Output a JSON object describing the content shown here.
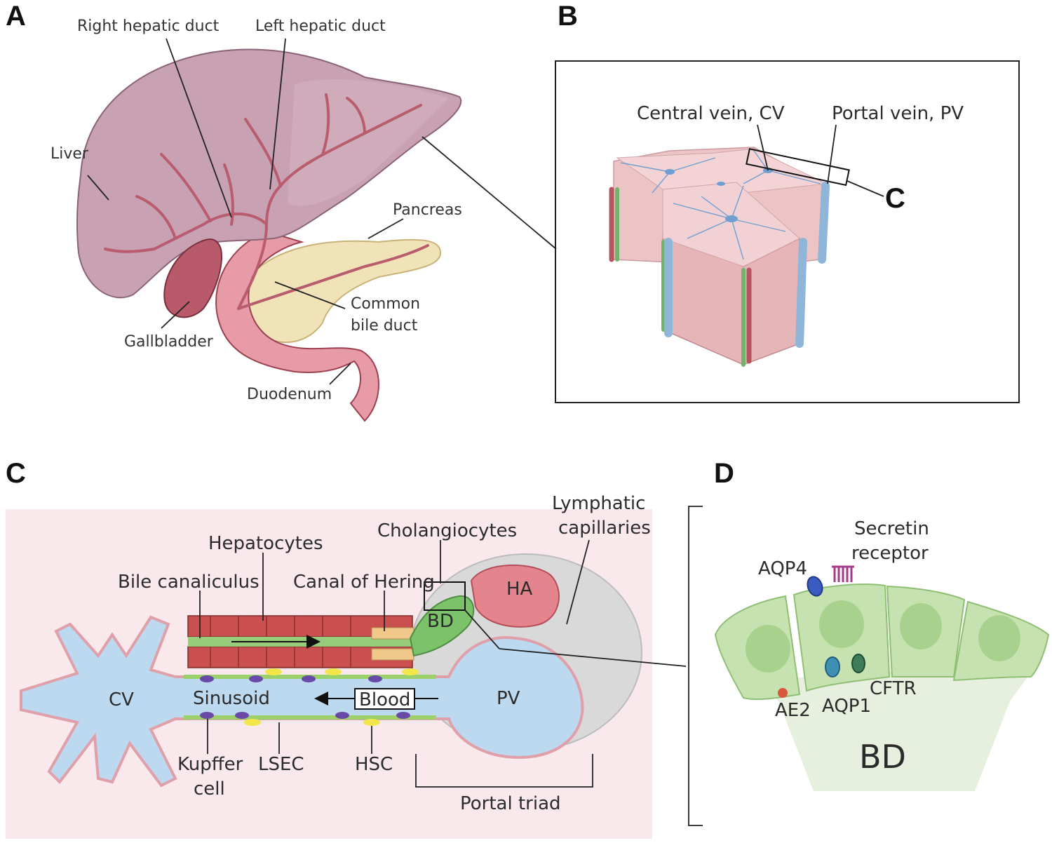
{
  "panels": {
    "a": "A",
    "b": "B",
    "c": "C",
    "d": "D",
    "c_pointer": "C"
  },
  "panel_a": {
    "right_hepatic_duct": "Right hepatic duct",
    "left_hepatic_duct": "Left hepatic duct",
    "liver": "Liver",
    "pancreas": "Pancreas",
    "common_bile_duct_line1": "Common",
    "common_bile_duct_line2": "bile duct",
    "gallbladder": "Gallbladder",
    "duodenum": "Duodenum"
  },
  "panel_b": {
    "central_vein": "Central vein, CV",
    "portal_vein": "Portal vein, PV"
  },
  "panel_c": {
    "lymphatic_line1": "Lymphatic",
    "lymphatic_line2": "capillaries",
    "cholangiocytes": "Cholangiocytes",
    "hepatocytes": "Hepatocytes",
    "bile_canaliculus": "Bile canaliculus",
    "canal_of_hering": "Canal of Hering",
    "ha": "HA",
    "bd": "BD",
    "cv": "CV",
    "sinusoid": "Sinusoid",
    "blood": "Blood",
    "pv": "PV",
    "kupffer_line1": "Kupffer",
    "kupffer_line2": "cell",
    "lsec": "LSEC",
    "hsc": "HSC",
    "portal_triad": "Portal triad"
  },
  "panel_d": {
    "secretin_line1": "Secretin",
    "secretin_line2": "receptor",
    "aqp4": "AQP4",
    "cftr": "CFTR",
    "ae2": "AE2",
    "aqp1": "AQP1",
    "bd": "BD"
  }
}
